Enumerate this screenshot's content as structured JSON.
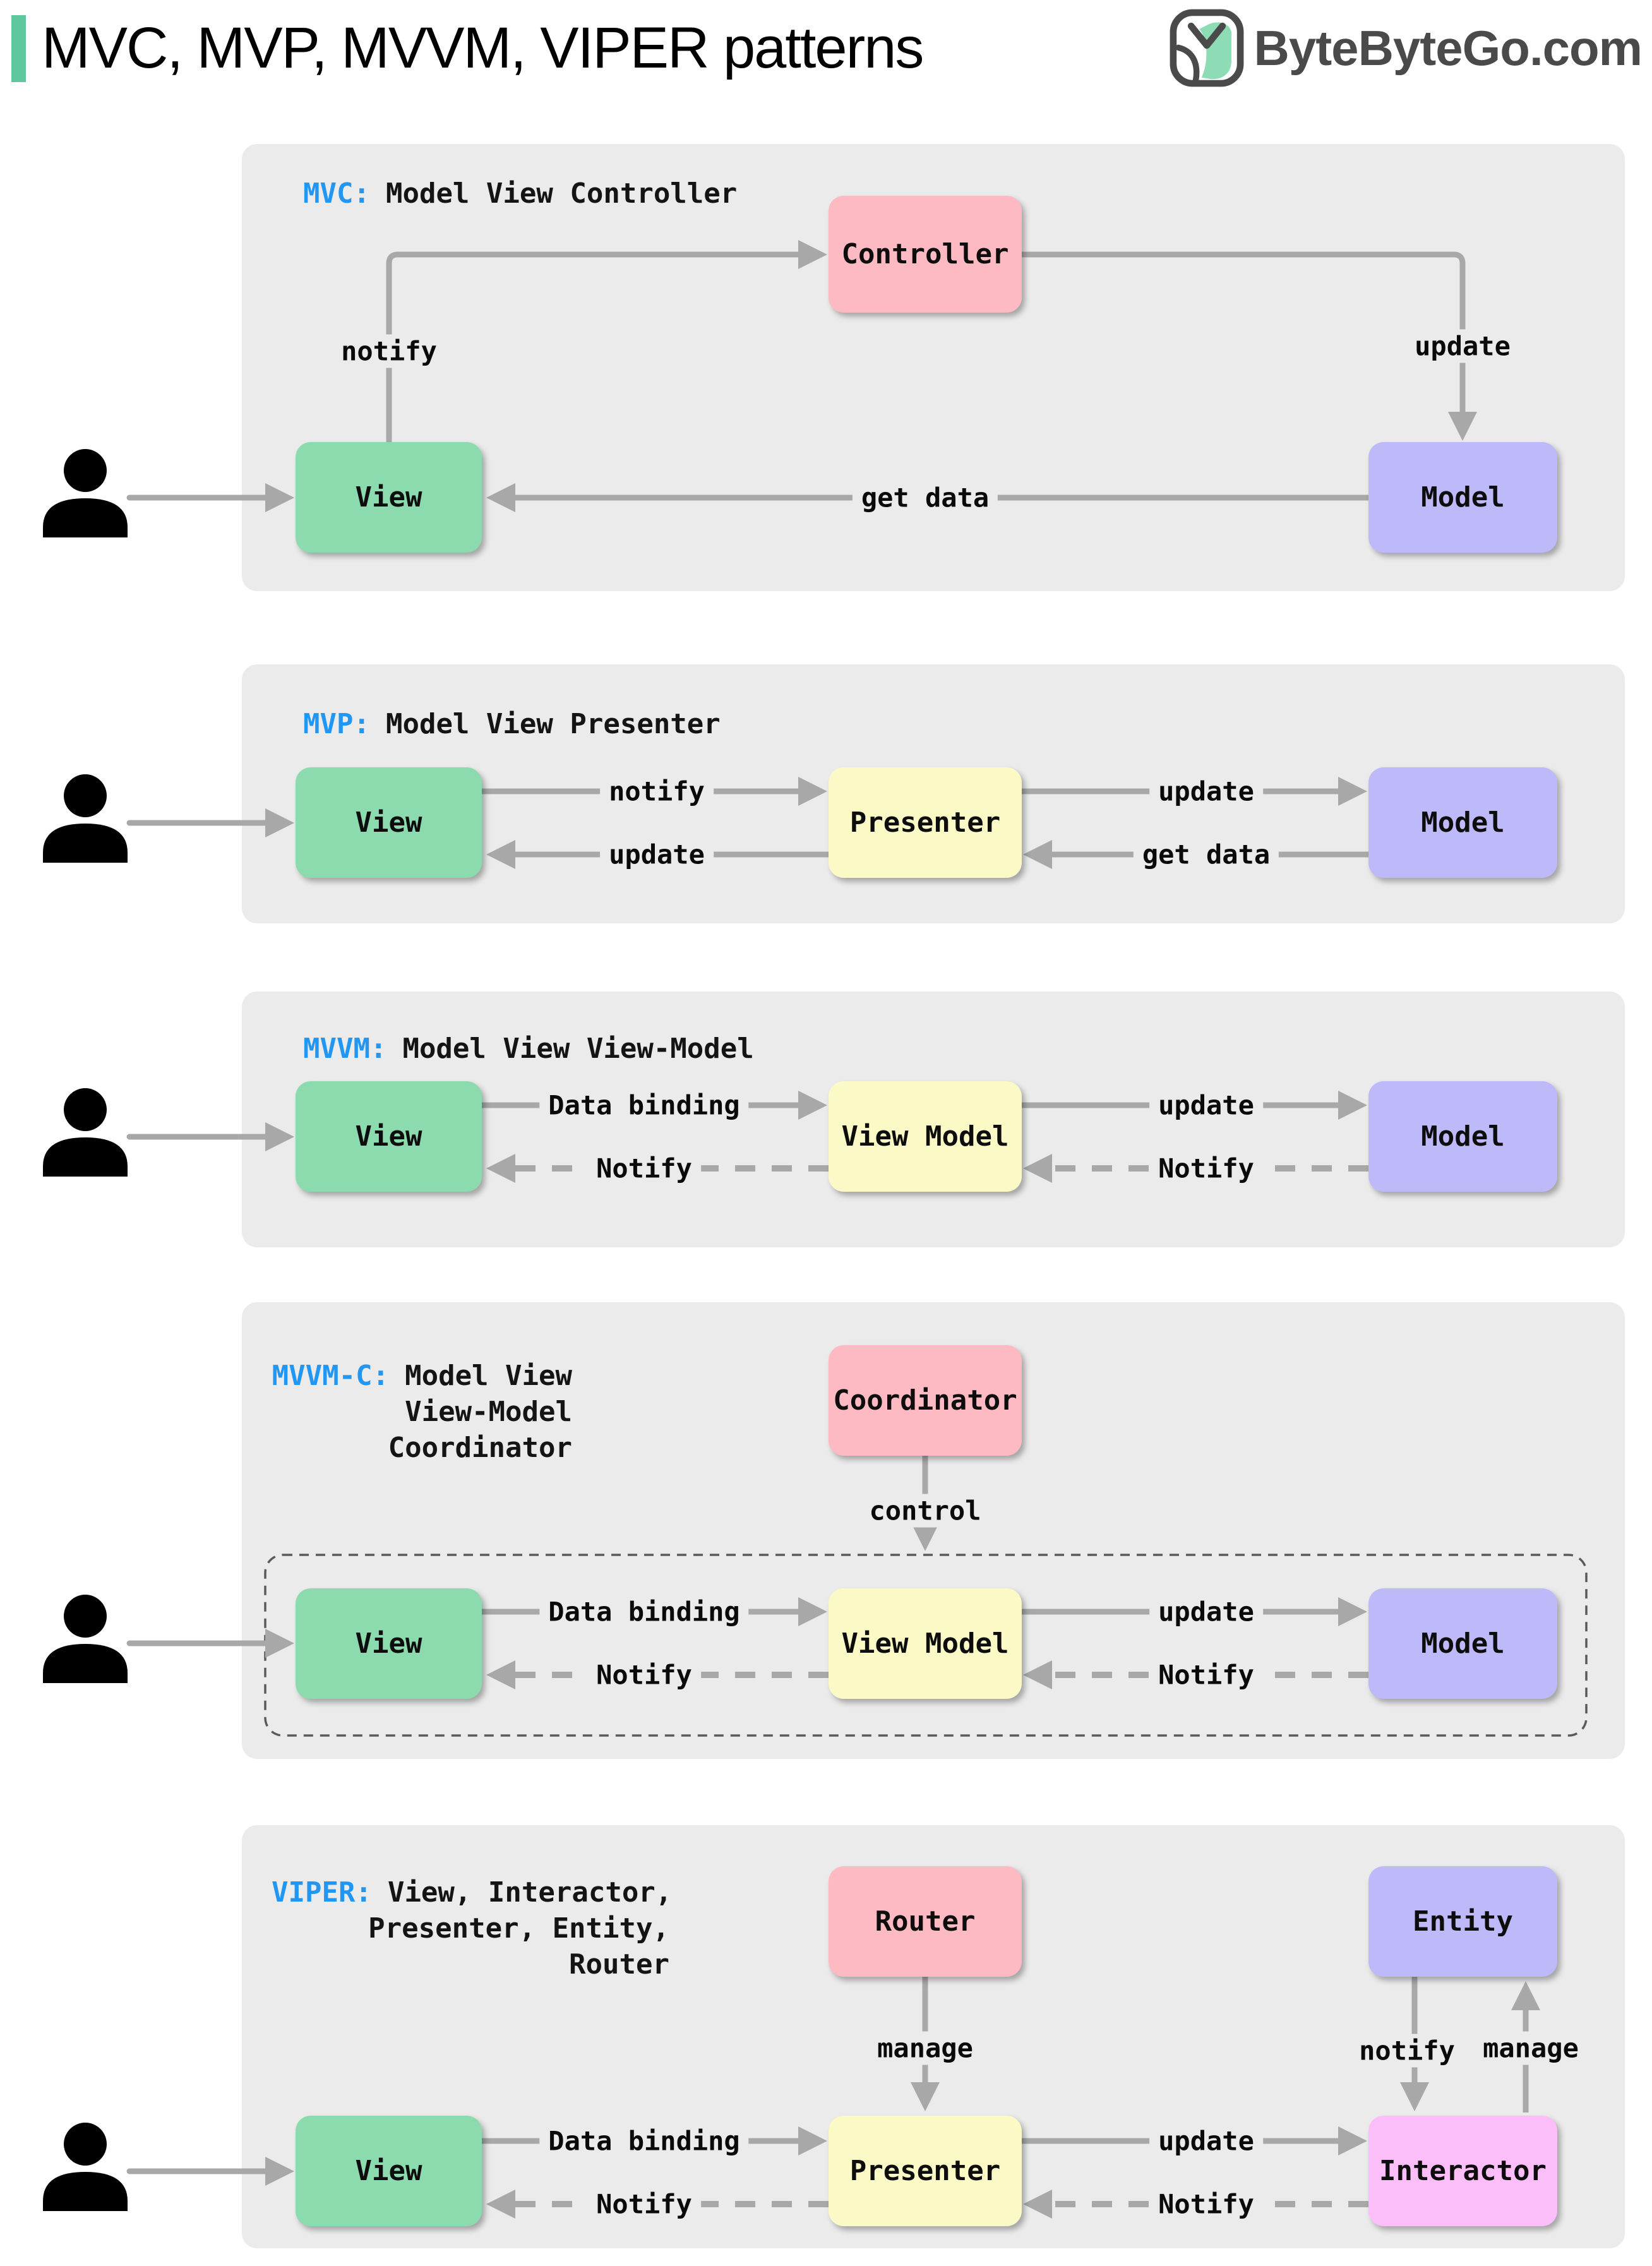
{
  "header": {
    "title": "MVC, MVP, MVVM, VIPER patterns",
    "logo_text": "ByteByteGo.com"
  },
  "colors": {
    "panel_bg": "#ebebeb",
    "arrow_gray": "#a8a8a8",
    "view_green": "#8cdbae",
    "pink": "#fdbac2",
    "purple": "#beb9f8",
    "yellow": "#fbf9c6",
    "magenta": "#fbbef8",
    "title_blue": "#2196f3",
    "accent_green": "#5fc79e",
    "logo_gray": "#4a4a4a"
  },
  "panels": [
    {
      "name": "MVC",
      "title_prefix": "MVC:",
      "title_text": "Model View Controller",
      "boxes": {
        "controller": "Controller",
        "view": "View",
        "model": "Model"
      },
      "labels": {
        "notify": "notify",
        "update": "update",
        "get_data": "get data"
      }
    },
    {
      "name": "MVP",
      "title_prefix": "MVP:",
      "title_text": "Model View Presenter",
      "boxes": {
        "view": "View",
        "presenter": "Presenter",
        "model": "Model"
      },
      "labels": {
        "notify": "notify",
        "update_top": "update",
        "update_bottom": "update",
        "get_data": "get data"
      }
    },
    {
      "name": "MVVM",
      "title_prefix": "MVVM:",
      "title_text": "Model View View-Model",
      "boxes": {
        "view": "View",
        "view_model": "View Model",
        "model": "Model"
      },
      "labels": {
        "data_binding": "Data binding",
        "update": "update",
        "notify_left": "Notify",
        "notify_right": "Notify"
      }
    },
    {
      "name": "MVVM-C",
      "title_prefix": "MVVM-C:",
      "title_line1": "Model View",
      "title_line2": "View-Model",
      "title_line3": "Coordinator",
      "boxes": {
        "coordinator": "Coordinator",
        "view": "View",
        "view_model": "View Model",
        "model": "Model"
      },
      "labels": {
        "control": "control",
        "data_binding": "Data binding",
        "update": "update",
        "notify_left": "Notify",
        "notify_right": "Notify"
      }
    },
    {
      "name": "VIPER",
      "title_prefix": "VIPER:",
      "title_line1": "View, Interactor,",
      "title_line2": "Presenter, Entity,",
      "title_line3": "Router",
      "boxes": {
        "router": "Router",
        "entity": "Entity",
        "view": "View",
        "presenter": "Presenter",
        "interactor": "Interactor"
      },
      "labels": {
        "manage_center": "manage",
        "notify_vertical": "notify",
        "manage_vertical": "manage",
        "data_binding": "Data binding",
        "update": "update",
        "notify_left": "Notify",
        "notify_right": "Notify"
      }
    }
  ]
}
